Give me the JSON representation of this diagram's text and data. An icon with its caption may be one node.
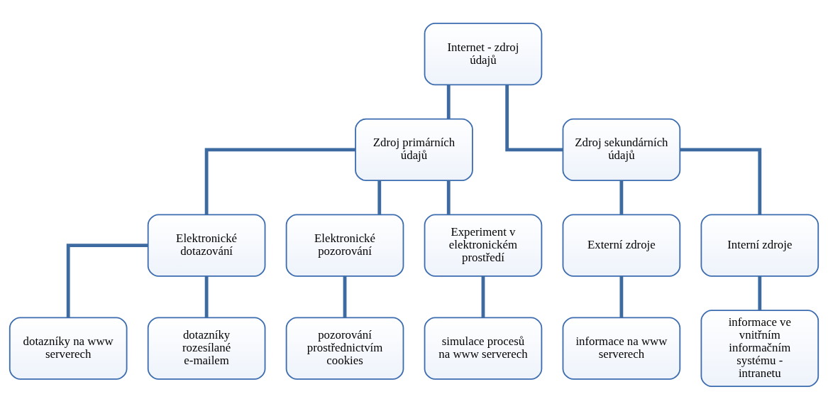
{
  "diagram": {
    "nodes": [
      {
        "text": [
          "Internet - zdroj údajů"
        ]
      },
      {
        "text": [
          "Zdroj primárních údajů"
        ]
      },
      {
        "text": [
          "Zdroj sekundárních údajů"
        ]
      },
      {
        "text": [
          "Elektronické dotazování"
        ]
      },
      {
        "text": [
          "Elektronické pozorování"
        ]
      },
      {
        "text": [
          "Experiment v elektronickém prostředí"
        ]
      },
      {
        "text": [
          "Externí zdroje"
        ]
      },
      {
        "text": [
          "Interní zdroje"
        ]
      },
      {
        "text": [
          "dotazníky na www serverech"
        ]
      },
      {
        "text": [
          "dotazníky rozesílané e-mailem"
        ]
      },
      {
        "text": [
          "pozorování prostřednictvím cookies"
        ]
      },
      {
        "text": [
          "simulace procesů na www serverech"
        ]
      },
      {
        "text": [
          "informace na www serverech"
        ]
      },
      {
        "text": [
          "informace ve vnitřním informačním systému - intranetu"
        ]
      }
    ],
    "edges": [
      {
        "from": 0,
        "to": 1,
        "arrow": "none"
      },
      {
        "from": 0,
        "to": 2,
        "arrow": "none"
      },
      {
        "from": 1,
        "to": 3,
        "arrow": "none"
      },
      {
        "from": 1,
        "to": 4,
        "arrow": "none"
      },
      {
        "from": 1,
        "to": 5,
        "arrow": "none"
      },
      {
        "from": 2,
        "to": 6,
        "arrow": "none"
      },
      {
        "from": 2,
        "to": 7,
        "arrow": "none"
      },
      {
        "from": 3,
        "to": 8,
        "arrow": "none"
      },
      {
        "from": 3,
        "to": 9,
        "arrow": "none"
      },
      {
        "from": 4,
        "to": 10,
        "arrow": "none"
      },
      {
        "from": 5,
        "to": 11,
        "arrow": "none"
      },
      {
        "from": 6,
        "to": 12,
        "arrow": "none"
      },
      {
        "from": 7,
        "to": 13,
        "arrow": "none"
      }
    ]
  }
}
